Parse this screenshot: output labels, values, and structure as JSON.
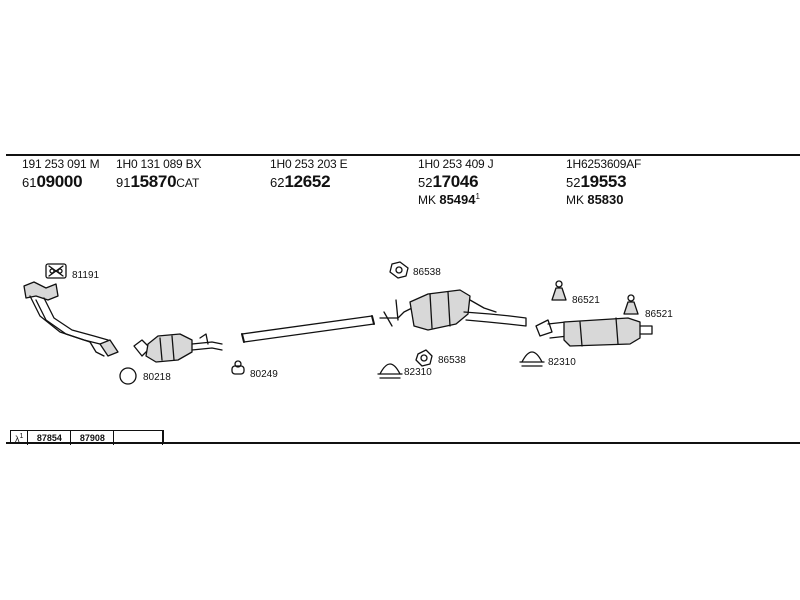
{
  "parts": [
    {
      "ref": "191 253 091 M",
      "prefix": "61",
      "number": "09000",
      "suffix": "",
      "mk_label": "",
      "mk_number": "",
      "mk_note": ""
    },
    {
      "ref": "1H0 131 089 BX",
      "prefix": "91",
      "number": "15870",
      "suffix": "CAT",
      "mk_label": "",
      "mk_number": "",
      "mk_note": ""
    },
    {
      "ref": "1H0 253 203 E",
      "prefix": "62",
      "number": "12652",
      "suffix": "",
      "mk_label": "",
      "mk_number": "",
      "mk_note": ""
    },
    {
      "ref": "1H0 253 409 J",
      "prefix": "52",
      "number": "17046",
      "suffix": "",
      "mk_label": "MK",
      "mk_number": "85494",
      "mk_note": "1"
    },
    {
      "ref": "1H6253609AF",
      "prefix": "52",
      "number": "19553",
      "suffix": "",
      "mk_label": "MK",
      "mk_number": "85830",
      "mk_note": ""
    }
  ],
  "accessories": {
    "gasket_81191": "81191",
    "ring_80218": "80218",
    "hanger_80249": "80249",
    "mount_86538_top": "86538",
    "mount_86538_mid": "86538",
    "clamp_82310_left": "82310",
    "clamp_82310_right": "82310",
    "hanger_86521_left": "86521",
    "hanger_86521_right": "86521"
  },
  "lambda_row": {
    "symbol": "λ",
    "note": "1",
    "cells": [
      "87854",
      "87908",
      ""
    ]
  },
  "colors": {
    "ink": "#111111",
    "fill": "#d8d8d8",
    "background": "#ffffff"
  }
}
